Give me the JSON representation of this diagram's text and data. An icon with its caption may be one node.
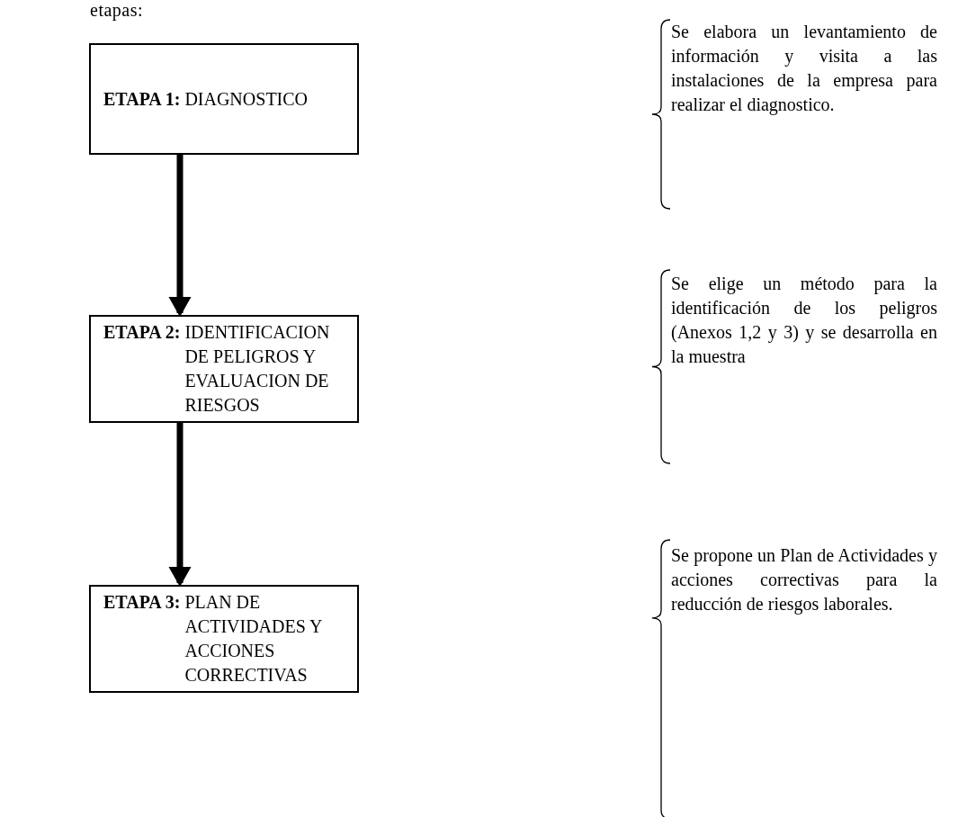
{
  "diagram": {
    "nodes": [
      {
        "text": [
          "ETAPA 1:",
          "DIAGNOSTICO"
        ]
      },
      {
        "text": [
          "ETAPA 2:",
          "IDENTIFICACION DE PELIGROS Y EVALUACION DE RIESGOS"
        ]
      },
      {
        "text": [
          "ETAPA 3:",
          "PLAN DE ACTIVIDADES Y ACCIONES CORRECTIVAS"
        ]
      }
    ],
    "edges": [
      {
        "from": 0,
        "to": 1,
        "arrow": "to"
      },
      {
        "from": 1,
        "to": 2,
        "arrow": "to"
      }
    ],
    "labels": [
      "etapas:",
      "Se elabora un levantamiento de información y visita a las instalaciones de la empresa para realizar el diagnostico.",
      "Se elige un método para la identificación de los peligros (Anexos 1,2 y 3) y se desarrolla en la muestra",
      "Se propone un Plan de Actividades y acciones correctivas para la reducción de riesgos laborales."
    ]
  }
}
